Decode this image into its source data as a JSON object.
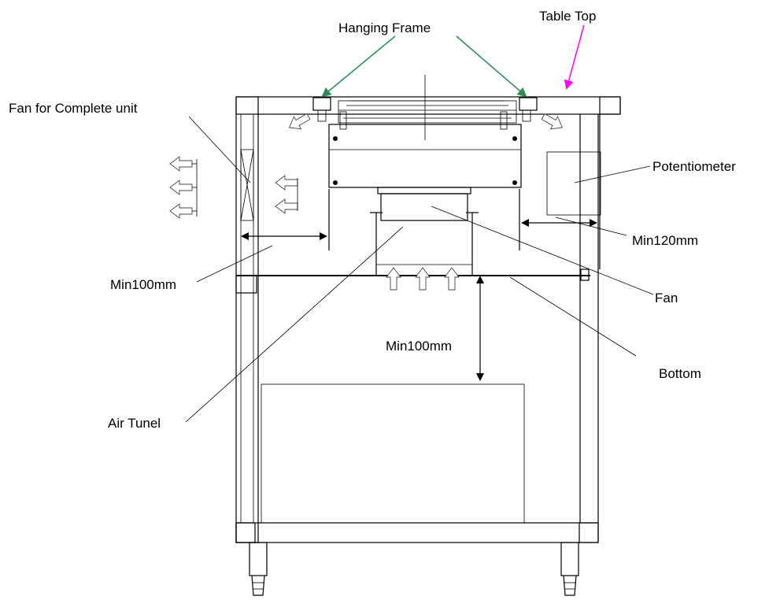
{
  "labels": {
    "table_top": "Table Top",
    "hanging_frame": "Hanging Frame",
    "fan_complete_unit": "Fan for Complete unit",
    "potentiometer": "Potentiometer",
    "min120": "Min120mm",
    "min100_left": "Min100mm",
    "fan": "Fan",
    "min100_center": "Min100mm",
    "bottom": "Bottom",
    "air_tunel": "Air Tunel"
  },
  "colors": {
    "hanging_frame_arrow": "#2e8b57",
    "table_top_arrow": "#ff00ff",
    "line": "#000000"
  }
}
